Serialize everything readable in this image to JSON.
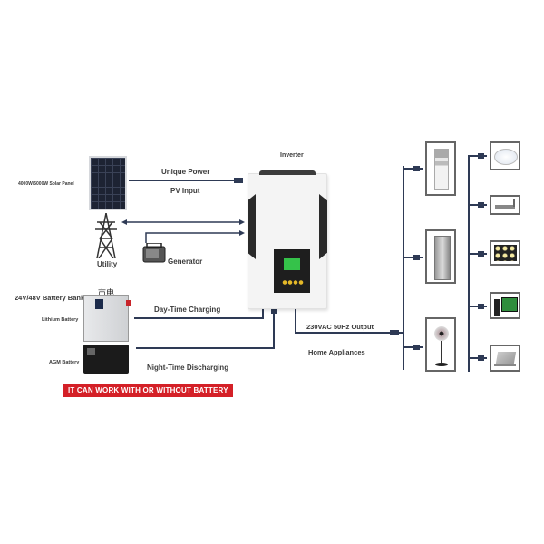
{
  "labels": {
    "inverter": "Inverter",
    "solar_panel": "4000W/5000W Solar Panel",
    "unique_power": "Unique Power",
    "pv_input": "PV Input",
    "utility": "Utility",
    "generator": "Generator",
    "battery_bank": "24V/48V Battery Bankn",
    "chinese_mark": "市电",
    "lithium_battery": "Lithium Battery",
    "agm_battery": "AGM Battery",
    "day_charging": "Day-Time Charging",
    "night_discharging": "Night-Time Discharging",
    "output": "230VAC 50Hz  Output",
    "home_appliances": "Home Appliances",
    "battery_note": "IT CAN WORK WITH OR WITHOUT BATTERY"
  },
  "appliances_left": [
    "air-conditioner",
    "refrigerator",
    "standing-fan"
  ],
  "appliances_right": [
    "ceiling-light",
    "router",
    "television",
    "desktop-computer",
    "laptop"
  ],
  "colors": {
    "wire": "#2e3a55",
    "badge": "#d42027",
    "inverter_body": "#f4f4f4",
    "lcd": "#35c24a"
  }
}
